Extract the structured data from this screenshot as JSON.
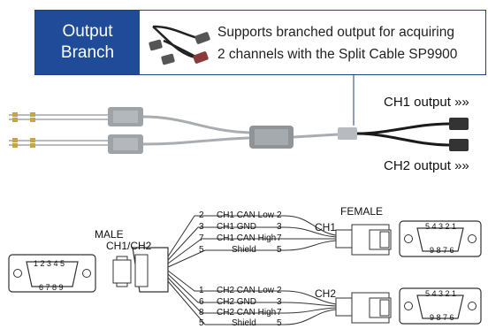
{
  "badge": {
    "line1": "Output",
    "line2": "Branch"
  },
  "description": {
    "line1": "Supports branched output for acquiring",
    "line2": "2 channels with the Split Cable SP9900"
  },
  "outputs": {
    "ch1": "CH1 output",
    "ch2": "CH2 output",
    "chevron": "»»"
  },
  "connectors": {
    "male": "MALE",
    "male_ch": "CH1/CH2",
    "female": "FEMALE",
    "ch1": "CH1",
    "ch2": "CH2",
    "male_pins_top": "1 2 3 4 5",
    "male_pins_bottom": "6 7 8 9",
    "female_pins_top": "5 4 3 2 1",
    "female_pins_bottom": "9 8 7 6"
  },
  "wiring": {
    "ch1": [
      {
        "left": "2",
        "label": "CH1 CAN Low",
        "right": "2"
      },
      {
        "left": "3",
        "label": "CH1 GND",
        "right": "3"
      },
      {
        "left": "7",
        "label": "CH1 CAN High",
        "right": "7"
      },
      {
        "left": "5",
        "label": "Shield",
        "right": "5"
      }
    ],
    "ch2": [
      {
        "left": "1",
        "label": "CH2 CAN Low",
        "right": "2"
      },
      {
        "left": "6",
        "label": "CH2 GND",
        "right": "3"
      },
      {
        "left": "8",
        "label": "CH2 CAN High",
        "right": "7"
      },
      {
        "left": "5",
        "label": "Shield",
        "right": "5"
      }
    ]
  },
  "colors": {
    "badge_bg": "#1f4b98",
    "border": "#1f3f86"
  },
  "icons": [
    "split-cable-photo",
    "device-photo",
    "db9-connector"
  ]
}
